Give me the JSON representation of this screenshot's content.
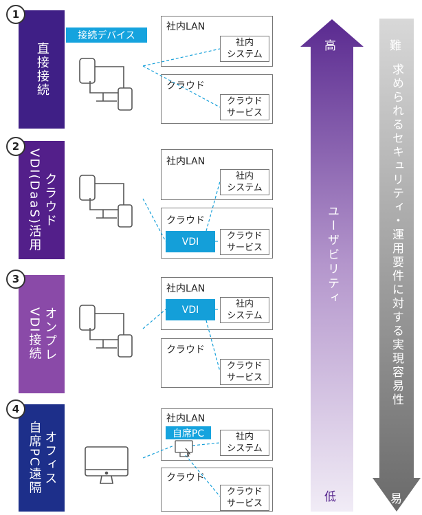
{
  "rows": [
    {
      "number": "1",
      "title_lines": [
        "直",
        "接",
        "接",
        "続"
      ],
      "color": "#3f1f86"
    },
    {
      "number": "2",
      "title_lines": [
        "クラウド",
        "VDI(DaaS)活用"
      ],
      "color": "#531f8a"
    },
    {
      "number": "3",
      "title_lines": [
        "オンプレ",
        "VDI接続"
      ],
      "color": "#8a4aa8"
    },
    {
      "number": "4",
      "title_lines": [
        "オフィス",
        "自席PC遠隔"
      ],
      "color": "#1d2f8a"
    }
  ],
  "device_tag": "接続デバイス",
  "jisekipc_tag": "自席PC",
  "lan_label": "社内LAN",
  "cloud_label": "クラウド",
  "internal_system": [
    "社内",
    "システム"
  ],
  "cloud_service": [
    "クラウド",
    "サービス"
  ],
  "vdi_label": "VDI",
  "usability": {
    "high": "高",
    "label": "ユーザビリティ",
    "low": "低",
    "color_top": "#5a2a90",
    "color_bottom": "#e8e0f0"
  },
  "requirements": {
    "top": "難",
    "label": "求められるセキュリティ・運用要件に対する実現容易性",
    "bottom": "易",
    "color_top": "#d5d5d5",
    "color_bottom": "#6f6f6f"
  },
  "accent": "#149fd9"
}
